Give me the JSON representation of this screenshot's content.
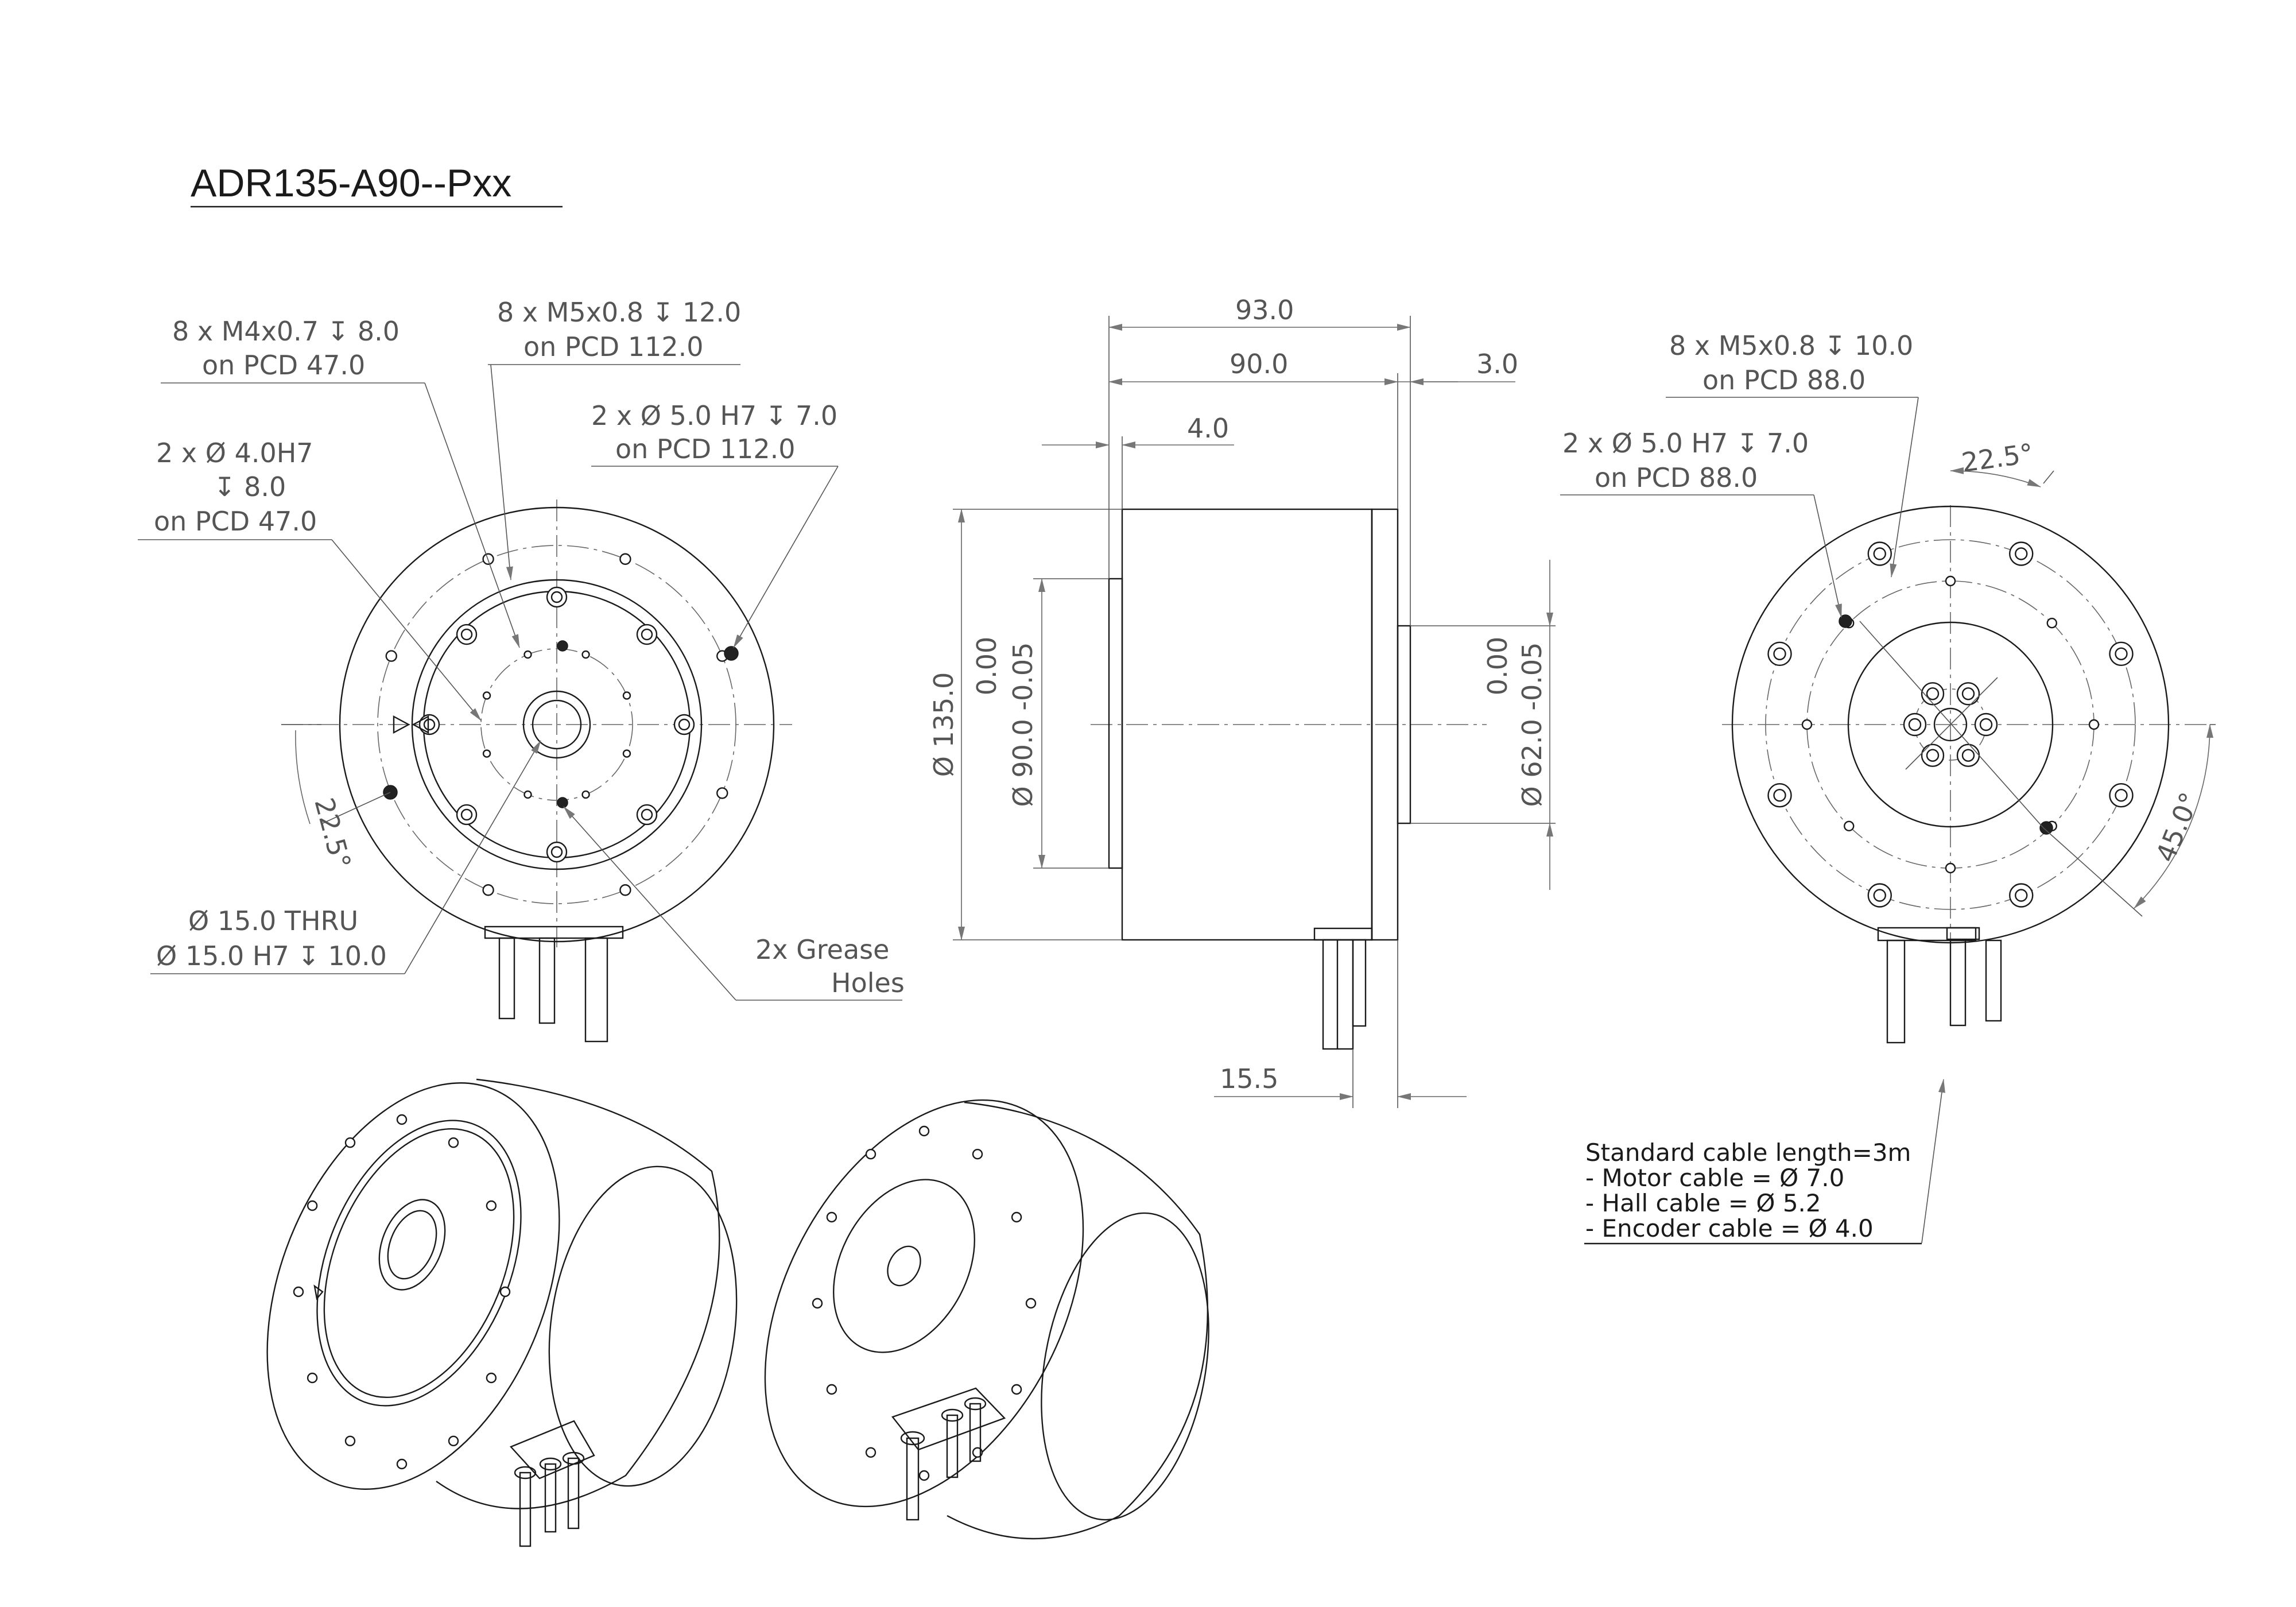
{
  "title": "ADR135-A90--Pxx",
  "front_view": {
    "callout_m4": [
      "8 x M4x0.7 ↧ 8.0",
      "on PCD 47.0"
    ],
    "callout_m5": [
      "8 x M5x0.8 ↧ 12.0",
      "on PCD 112.0"
    ],
    "callout_pin_outer": [
      "2 x Ø 5.0 H7 ↧ 7.0",
      "on PCD 112.0"
    ],
    "callout_pin_inner": [
      "2 x  Ø  4.0H7",
      "↧ 8.0",
      "on PCD 47.0"
    ],
    "callout_bore": [
      "Ø 15.0 THRU",
      "Ø 15.0 H7 ↧ 10.0"
    ],
    "callout_grease": [
      "2x Grease",
      "Holes"
    ],
    "angle": "22.5°"
  },
  "side_view": {
    "length_total": "93.0",
    "length_body": "90.0",
    "flange_offset": "3.0",
    "pilot_depth": "4.0",
    "cable_offset": "15.5",
    "diameter_body": "Ø 135.0",
    "pilot_front": [
      "0.00",
      "Ø 90.0  -0.05"
    ],
    "pilot_rear": [
      "0.00",
      "Ø 62.0  -0.05"
    ]
  },
  "rear_view": {
    "callout_m5": [
      "8 x M5x0.8 ↧ 10.0",
      "on PCD 88.0"
    ],
    "callout_pin": [
      "2 x Ø 5.0 H7 ↧ 7.0",
      "on PCD 88.0"
    ],
    "angle_top": "22.5°",
    "angle_right": "45.0°"
  },
  "cable_note": [
    "Standard cable length=3m",
    "- Motor cable = Ø 7.0",
    "- Hall cable = Ø 5.2",
    "- Encoder cable = Ø 4.0"
  ]
}
